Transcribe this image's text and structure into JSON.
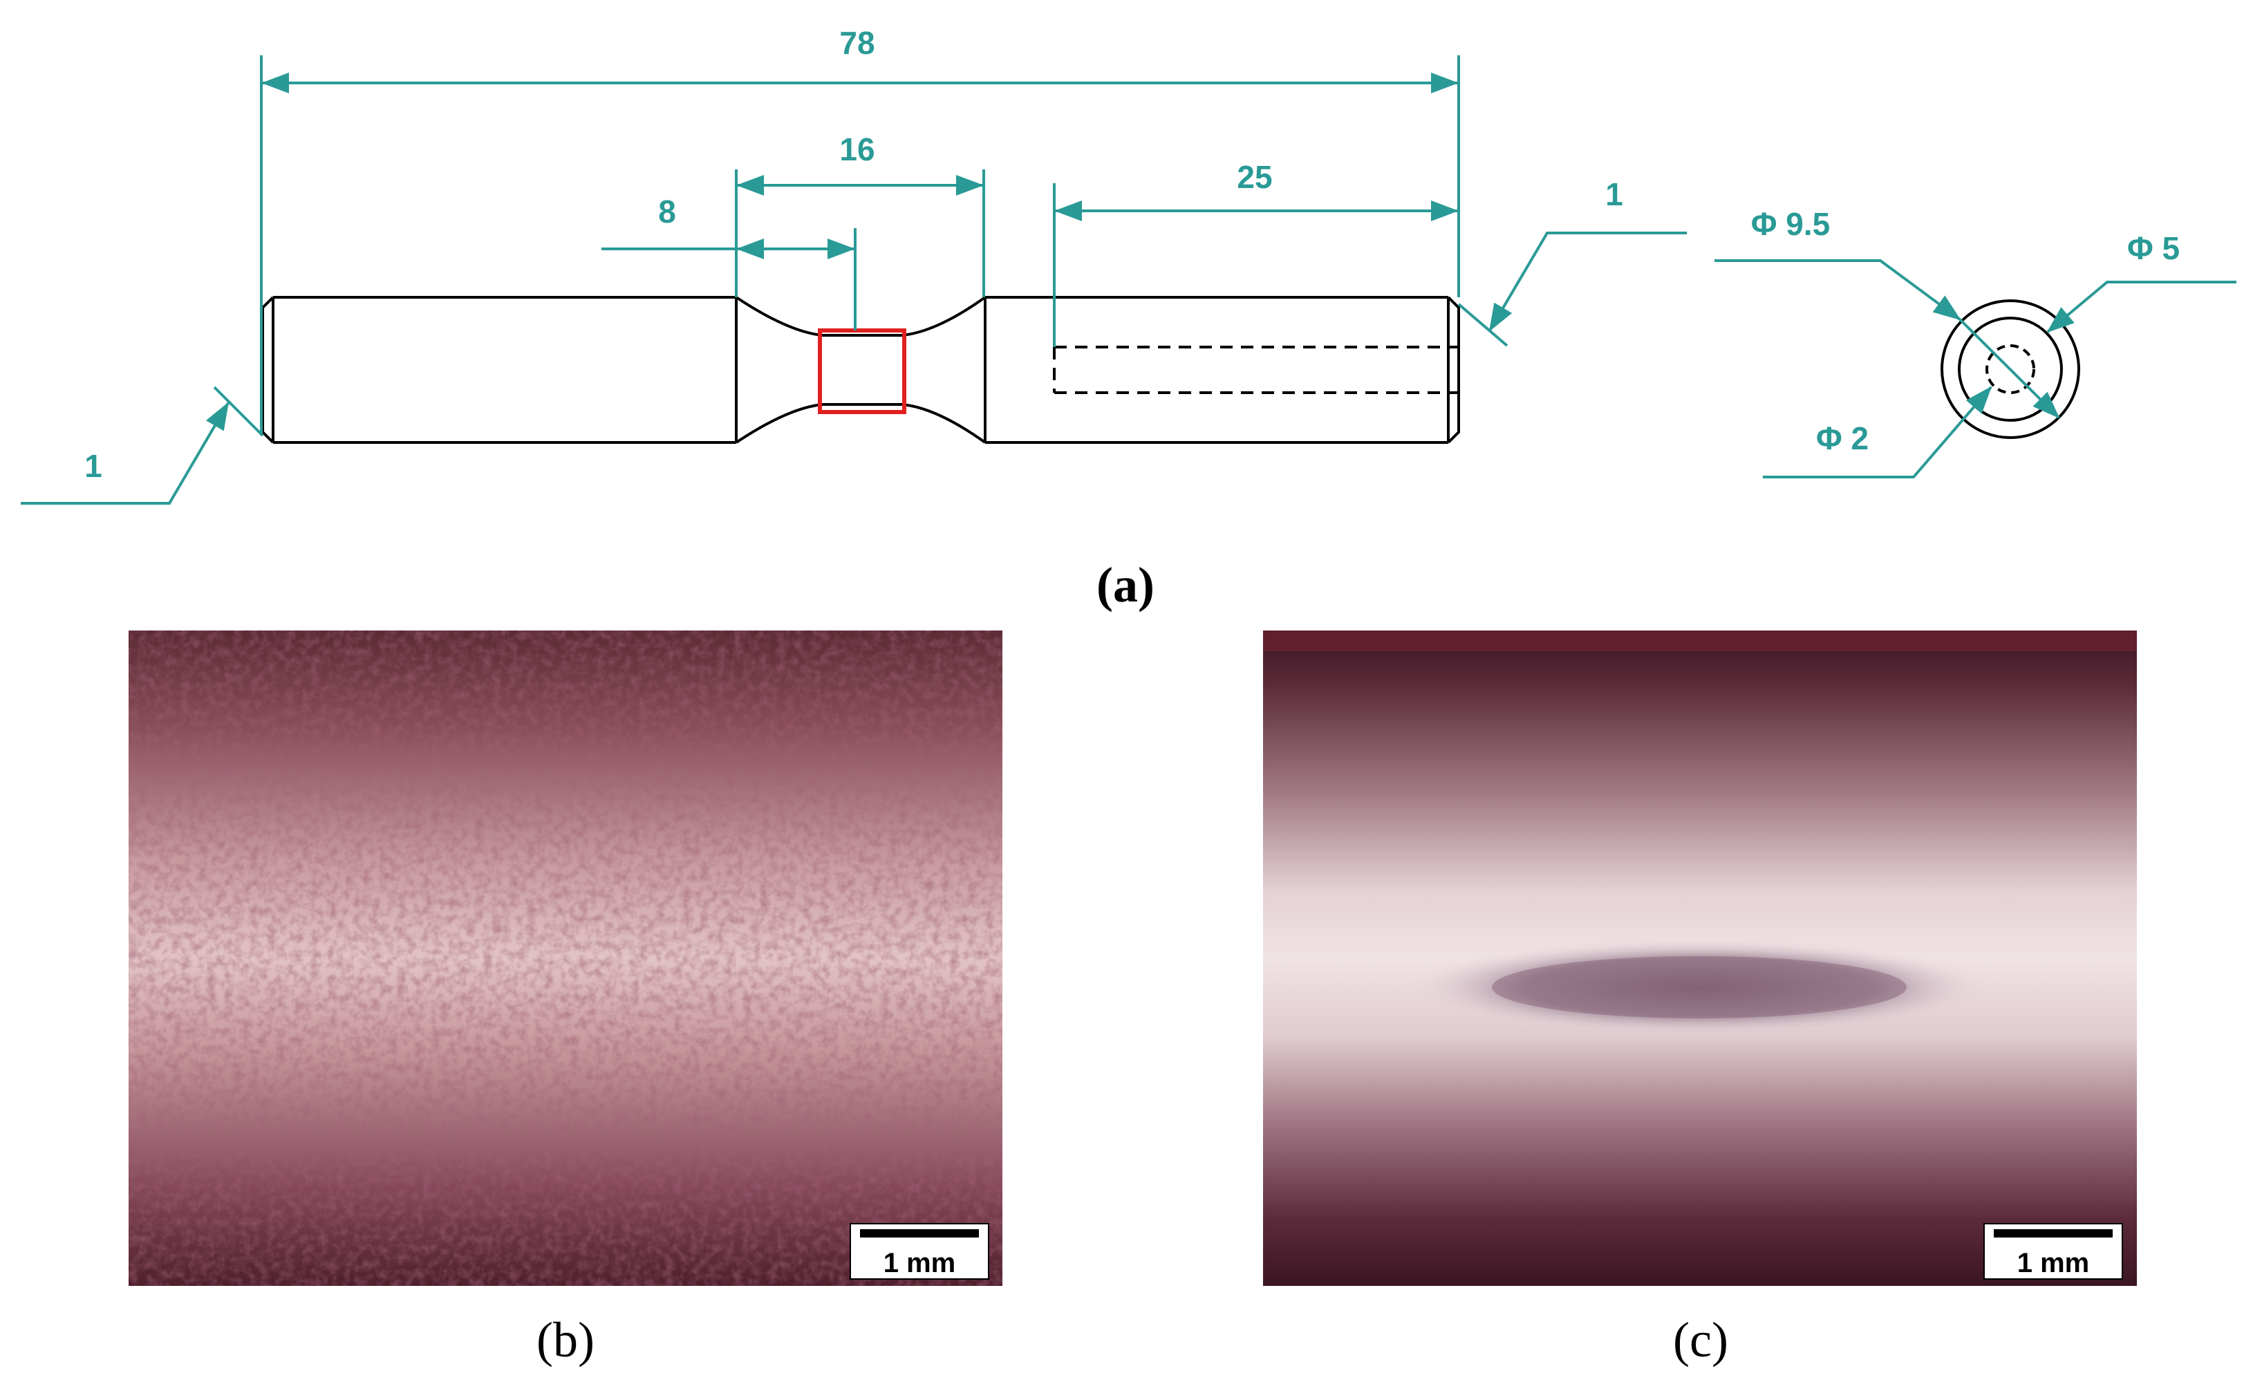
{
  "dimensions": {
    "overall_length": "78",
    "gauge_section": "16",
    "half_gauge": "8",
    "thread_length": "25",
    "chamfer_left": "1",
    "chamfer_right": "1",
    "outer_diameter": "Φ 9.5",
    "inner_diameter": "Φ 5",
    "hole_diameter": "Φ 2"
  },
  "panels": {
    "a": "(a)",
    "b": "(b)",
    "c": "(c)"
  },
  "scale_bars": {
    "b": "1 mm",
    "c": "1 mm"
  },
  "colors": {
    "dimension": "#2a9a96",
    "highlight_box": "#e02020",
    "outline": "#000000"
  }
}
